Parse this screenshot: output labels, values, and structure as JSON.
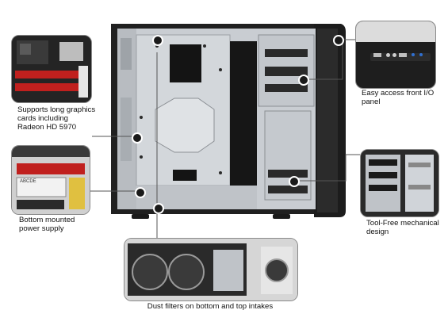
{
  "callouts": {
    "graphics": {
      "label": "Supports long graphics cards including Radeon HD 5970"
    },
    "psu": {
      "label": "Bottom mounted power supply"
    },
    "front_io": {
      "label": "Easy access front I/O panel"
    },
    "toolfree": {
      "label": "Tool-Free mechanical design"
    },
    "filters": {
      "label": "Dust filters on bottom and top intakes"
    }
  },
  "psu_sticker_text": "ABCDE",
  "colors": {
    "case_interior": "#c9cdd2",
    "case_frame": "#1a1a1a",
    "accent_red": "#c0201e",
    "front_panel_blue": "#2f6fd1",
    "callout_border": "#8a8a8a",
    "leader_line": "#555555"
  },
  "icons": [
    "callout-dot-icon",
    "usb-port-icon",
    "audio-jack-icon",
    "power-led-icon"
  ]
}
